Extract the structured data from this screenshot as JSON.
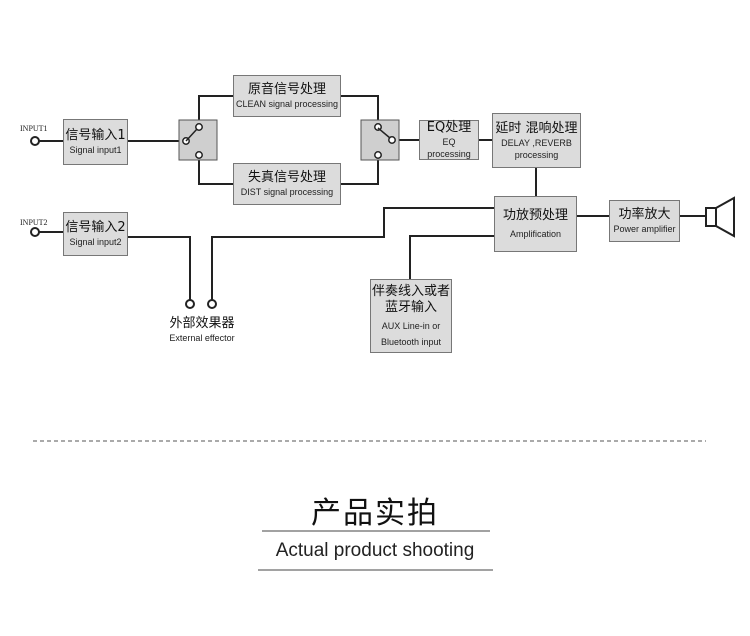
{
  "inputs": {
    "input1_label": "INPUT1",
    "input2_label": "INPUT2"
  },
  "blocks": {
    "signal_input1": {
      "zh": "信号输入1",
      "en": "Signal input1"
    },
    "signal_input2": {
      "zh": "信号输入2",
      "en": "Signal input2"
    },
    "clean": {
      "zh": "原音信号处理",
      "en": "CLEAN signal processing"
    },
    "dist": {
      "zh": "失真信号处理",
      "en": "DIST signal processing"
    },
    "eq": {
      "zh": "EQ处理",
      "en": "EQ processing"
    },
    "delay": {
      "zh": "延时 混响处理",
      "en1": "DELAY ,REVERB",
      "en2": "processing"
    },
    "amp": {
      "zh": "功放预处理",
      "en": "Amplification"
    },
    "power": {
      "zh": "功率放大",
      "en": "Power amplifier"
    },
    "aux": {
      "zh1": "伴奏线入或者",
      "zh2": "蓝牙输入",
      "en1": "AUX Line-in or",
      "en2": "Bluetooth input"
    }
  },
  "external": {
    "zh": "外部效果器",
    "en": "External effector"
  },
  "section": {
    "title": "产品实拍",
    "subtitle": "Actual product shooting"
  }
}
